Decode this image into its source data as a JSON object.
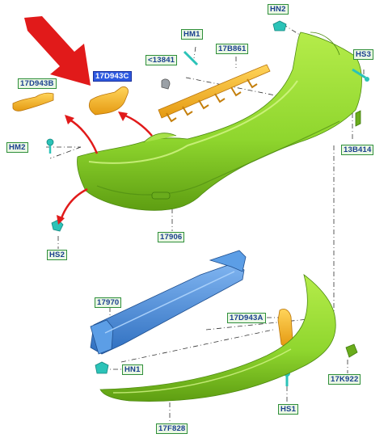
{
  "diagram": {
    "part_labels": {
      "hn2": "HN2",
      "hm1": "HM1",
      "n13841": "<13841",
      "n17b861": "17B861",
      "hs3": "HS3",
      "n17d943b": "17D943B",
      "n17d943c": "17D943C",
      "hm2": "HM2",
      "n13b414": "13B414",
      "hs2": "HS2",
      "n17906": "17906",
      "n17970": "17970",
      "n17d943a": "17D943A",
      "hn1": "HN1",
      "n17k922": "17K922",
      "hs1": "HS1",
      "n17f828": "17F828"
    },
    "highlighted_part": "17D943C"
  },
  "colors": {
    "part_green": "#8fd62e",
    "part_green_dark": "#5e9e12",
    "bracket_orange": "#f4b21f",
    "beam_blue": "#4b8fe0",
    "clip_teal": "#2bc3b8",
    "arrow_red": "#e11a1a",
    "label_border": "#2f8f3a",
    "label_text": "#1a3f8f",
    "highlight_bg": "#2d59e0"
  }
}
